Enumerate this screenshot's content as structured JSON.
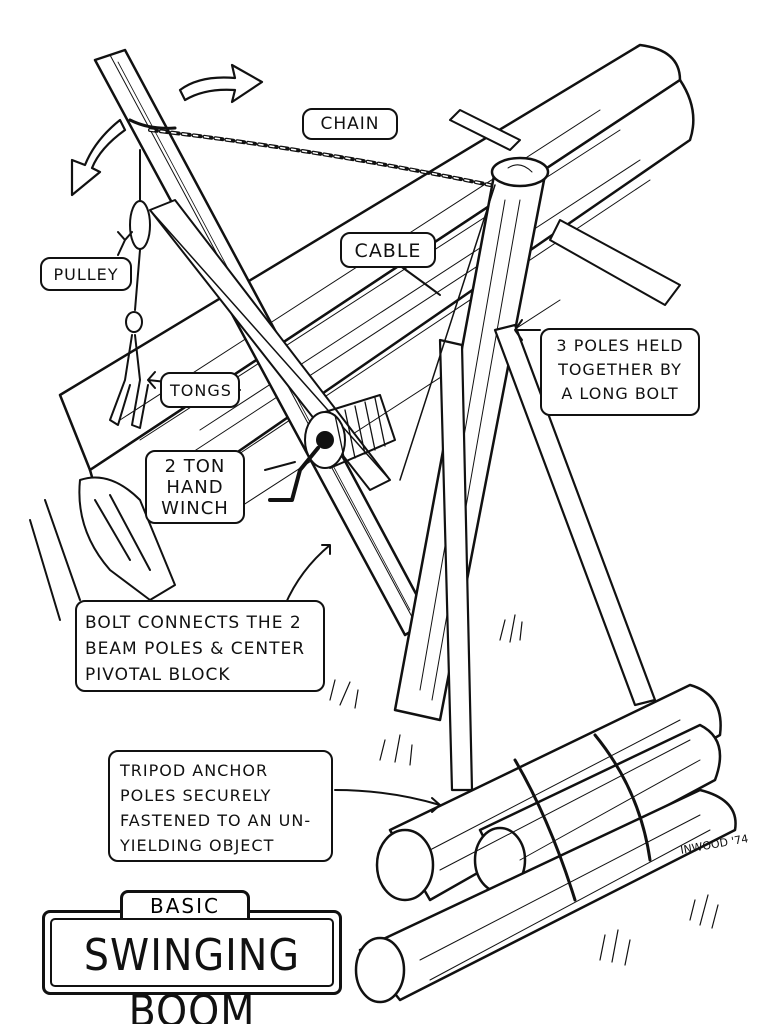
{
  "labels": {
    "chain": "CHAIN",
    "cable": "CABLE",
    "pulley": "PULLEY",
    "tongs": "TONGS",
    "poles_held": "3 POLES HELD\nTOGETHER BY\nA LONG BOLT",
    "hand_winch": "2 TON\nHAND\nWINCH",
    "bolt_connects": "BOLT CONNECTS THE 2\nBEAM POLES & CENTER\nPIVOTAL BLOCK",
    "tripod_anchor": "TRIPOD ANCHOR\nPOLES SECURELY\nFASTENED TO AN UN-\nYIELDING OBJECT"
  },
  "title": {
    "top": "BASIC",
    "main": "SWINGING BOOM"
  },
  "signature": "INWOOD '74"
}
